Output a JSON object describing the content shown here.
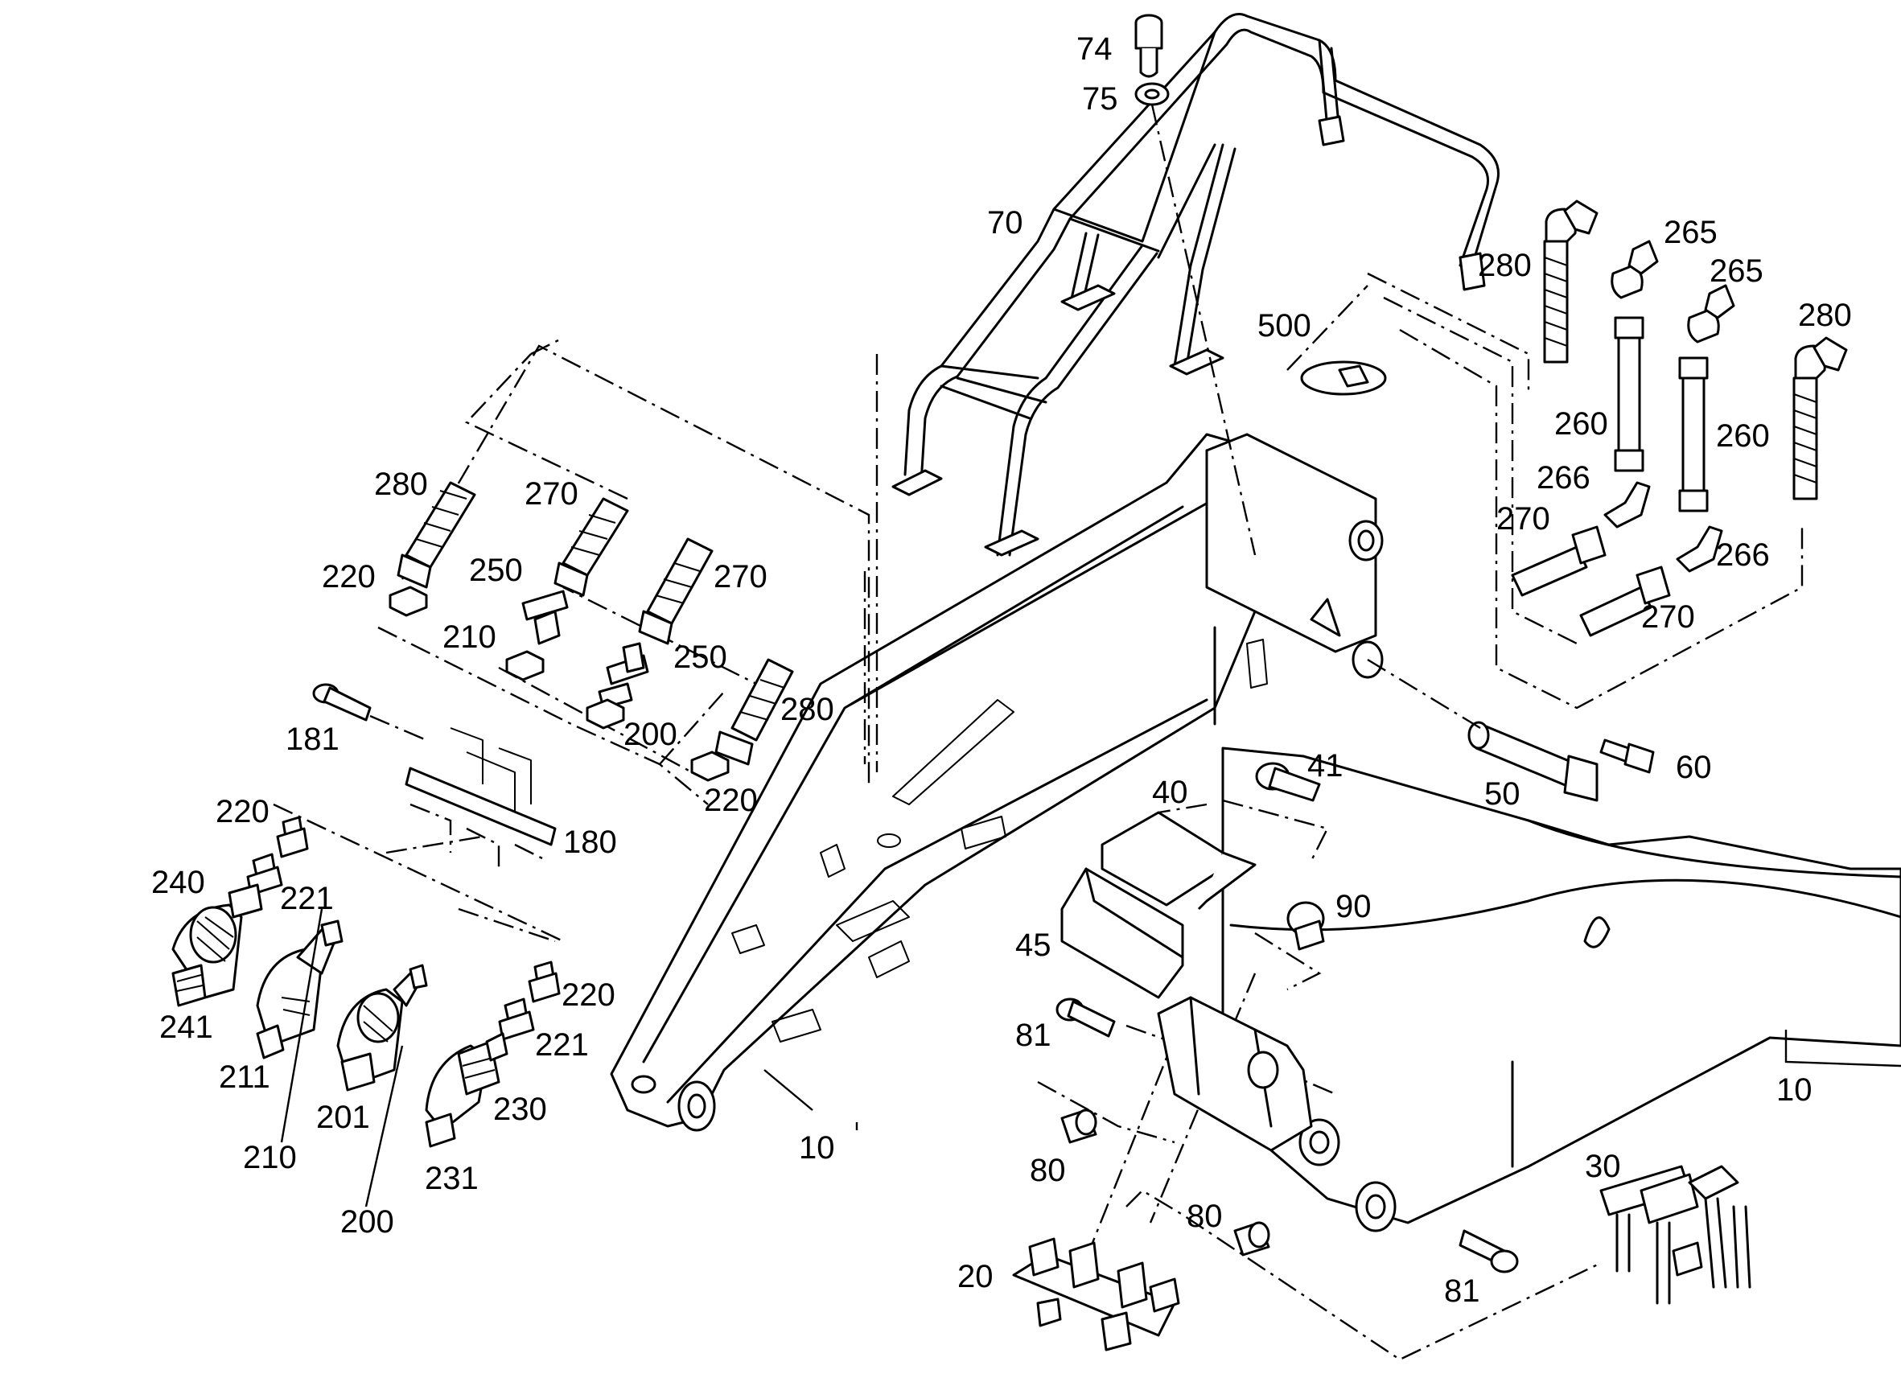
{
  "diagram": {
    "callouts": [
      {
        "id": "c74",
        "text": "74"
      },
      {
        "id": "c75",
        "text": "75"
      },
      {
        "id": "c70",
        "text": "70"
      },
      {
        "id": "c280a",
        "text": "280"
      },
      {
        "id": "c265a",
        "text": "265"
      },
      {
        "id": "c265b",
        "text": "265"
      },
      {
        "id": "c280b",
        "text": "280"
      },
      {
        "id": "c500",
        "text": "500"
      },
      {
        "id": "c260a",
        "text": "260"
      },
      {
        "id": "c260b",
        "text": "260"
      },
      {
        "id": "c266a",
        "text": "266"
      },
      {
        "id": "c266b",
        "text": "266"
      },
      {
        "id": "c270a",
        "text": "270"
      },
      {
        "id": "c270b",
        "text": "270"
      },
      {
        "id": "c280c",
        "text": "280"
      },
      {
        "id": "c270c",
        "text": "270"
      },
      {
        "id": "c270d",
        "text": "270"
      },
      {
        "id": "c220a",
        "text": "220"
      },
      {
        "id": "c250a",
        "text": "250"
      },
      {
        "id": "c210a",
        "text": "210"
      },
      {
        "id": "c250b",
        "text": "250"
      },
      {
        "id": "c280d",
        "text": "280"
      },
      {
        "id": "c200a",
        "text": "200"
      },
      {
        "id": "c220b",
        "text": "220"
      },
      {
        "id": "c181",
        "text": "181"
      },
      {
        "id": "c180",
        "text": "180"
      },
      {
        "id": "c220c",
        "text": "220"
      },
      {
        "id": "c240",
        "text": "240"
      },
      {
        "id": "c221a",
        "text": "221"
      },
      {
        "id": "c241",
        "text": "241"
      },
      {
        "id": "c211",
        "text": "211"
      },
      {
        "id": "c210b",
        "text": "210"
      },
      {
        "id": "c201",
        "text": "201"
      },
      {
        "id": "c200b",
        "text": "200"
      },
      {
        "id": "c220d",
        "text": "220"
      },
      {
        "id": "c221b",
        "text": "221"
      },
      {
        "id": "c230",
        "text": "230"
      },
      {
        "id": "c231",
        "text": "231"
      },
      {
        "id": "c10a",
        "text": "10"
      },
      {
        "id": "c10b",
        "text": "10"
      },
      {
        "id": "c41",
        "text": "41"
      },
      {
        "id": "c40",
        "text": "40"
      },
      {
        "id": "c60",
        "text": "60"
      },
      {
        "id": "c50",
        "text": "50"
      },
      {
        "id": "c90",
        "text": "90"
      },
      {
        "id": "c45",
        "text": "45"
      },
      {
        "id": "c81a",
        "text": "81"
      },
      {
        "id": "c80a",
        "text": "80"
      },
      {
        "id": "c80b",
        "text": "80"
      },
      {
        "id": "c30",
        "text": "30"
      },
      {
        "id": "c20",
        "text": "20"
      },
      {
        "id": "c81b",
        "text": "81"
      }
    ]
  }
}
